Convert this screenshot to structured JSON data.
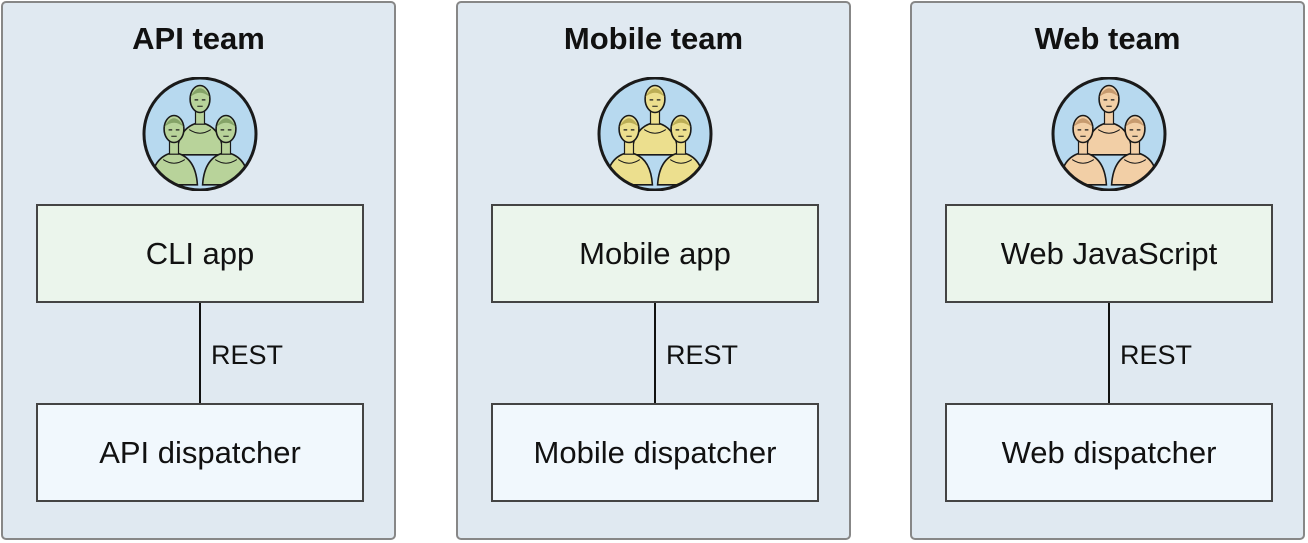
{
  "teams": [
    {
      "title": "API team",
      "app_label": "CLI app",
      "connector_label": "REST",
      "dispatcher_label": "API dispatcher",
      "avatar": {
        "icon": "team-group-icon",
        "skin": "#b8d39a",
        "skin_dark": "#6f8f52"
      }
    },
    {
      "title": "Mobile team",
      "app_label": "Mobile app",
      "connector_label": "REST",
      "dispatcher_label": "Mobile dispatcher",
      "avatar": {
        "icon": "team-group-icon",
        "skin": "#ecdf8e",
        "skin_dark": "#a8993f"
      }
    },
    {
      "title": "Web team",
      "app_label": "Web JavaScript",
      "connector_label": "REST",
      "dispatcher_label": "Web dispatcher",
      "avatar": {
        "icon": "team-group-icon",
        "skin": "#f2cfa6",
        "skin_dark": "#b58558"
      }
    }
  ],
  "colors": {
    "panel_bg": "#e0e9f1",
    "panel_border": "#878787",
    "app_box_bg": "#ebf5ec",
    "dispatcher_box_bg": "#f1f8fd",
    "avatar_sky": "#b7d9ef"
  }
}
